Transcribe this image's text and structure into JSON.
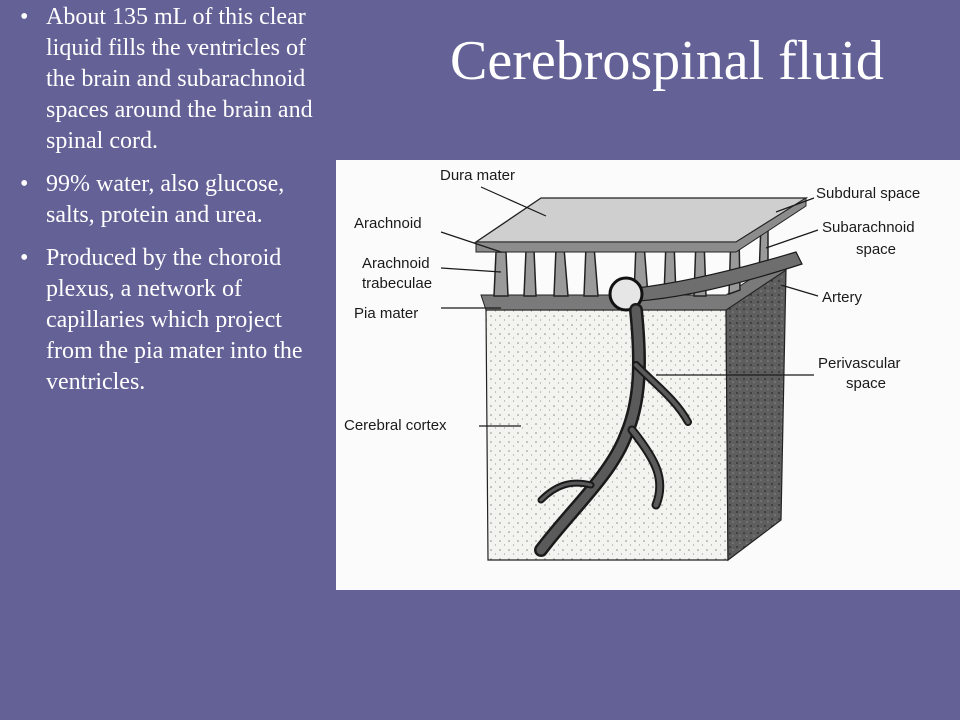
{
  "slide": {
    "title": "Cerebrospinal fluid",
    "bullets": [
      {
        "marker": "•",
        "text": "About 135 mL of this clear liquid fills the ventricles of the brain and subarachnoid spaces around the brain and spinal cord."
      },
      {
        "marker": "•",
        "text": "99% water, also glucose, salts, protein and urea."
      },
      {
        "marker": "•",
        "text": "Produced by the choroid plexus,  a network of capillaries which project from the pia mater into the ventricles."
      }
    ],
    "colors": {
      "background": "#646196",
      "text": "#ffffff",
      "figure_bg": "#fbfbfb"
    }
  },
  "diagram": {
    "labels": {
      "dura_mater": "Dura mater",
      "arachnoid": "Arachnoid",
      "arachnoid_trabeculae_1": "Arachnoid",
      "arachnoid_trabeculae_2": "trabeculae",
      "pia_mater": "Pia mater",
      "cerebral_cortex": "Cerebral cortex",
      "subdural_space": "Subdural space",
      "subarachnoid_space_1": "Subarachnoid",
      "subarachnoid_space_2": "space",
      "artery": "Artery",
      "perivascular_space_1": "Perivascular",
      "perivascular_space_2": "space"
    }
  }
}
